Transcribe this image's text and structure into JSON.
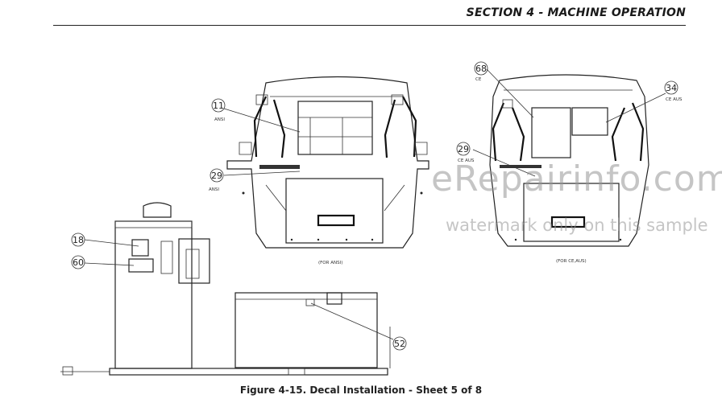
{
  "header": {
    "title": "SECTION 4 - MACHINE OPERATION"
  },
  "figure": {
    "caption": "Figure 4-15. Decal Installation - Sheet 5 of 8"
  },
  "watermark": {
    "site": "eRepairinfo.com",
    "note": "watermark only on this sample"
  },
  "views": {
    "ansi": {
      "label": "(FOR ANSI)"
    },
    "ce_aus": {
      "label": "(FOR CE,AUS)"
    }
  },
  "callouts": [
    {
      "id": "c11",
      "number": "11",
      "sub": "ANSI"
    },
    {
      "id": "c29a",
      "number": "29",
      "sub": "ANSI"
    },
    {
      "id": "c68",
      "number": "68",
      "sub": "CE"
    },
    {
      "id": "c34",
      "number": "34",
      "sub": "CE AUS"
    },
    {
      "id": "c29b",
      "number": "29",
      "sub": "CE AUS"
    },
    {
      "id": "c18",
      "number": "18",
      "sub": ""
    },
    {
      "id": "c60",
      "number": "60",
      "sub": ""
    },
    {
      "id": "c52",
      "number": "52",
      "sub": ""
    }
  ],
  "colors": {
    "line": "#222222",
    "watermark": "#969696"
  }
}
